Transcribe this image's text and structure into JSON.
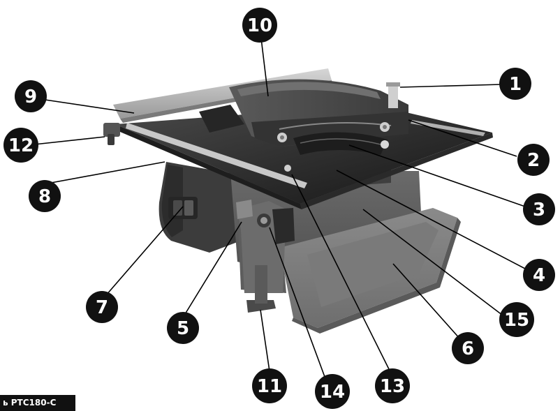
{
  "diagram": {
    "callouts": [
      {
        "id": "1",
        "label": "1"
      },
      {
        "id": "2",
        "label": "2"
      },
      {
        "id": "3",
        "label": "3"
      },
      {
        "id": "4",
        "label": "4"
      },
      {
        "id": "5",
        "label": "5"
      },
      {
        "id": "6",
        "label": "6"
      },
      {
        "id": "7",
        "label": "7"
      },
      {
        "id": "8",
        "label": "8"
      },
      {
        "id": "9",
        "label": "9"
      },
      {
        "id": "10",
        "label": "10"
      },
      {
        "id": "11",
        "label": "11"
      },
      {
        "id": "12",
        "label": "12"
      },
      {
        "id": "13",
        "label": "13"
      },
      {
        "id": "14",
        "label": "14"
      },
      {
        "id": "15",
        "label": "15"
      }
    ]
  },
  "footer": {
    "model_label": "ь PTC180-C"
  }
}
